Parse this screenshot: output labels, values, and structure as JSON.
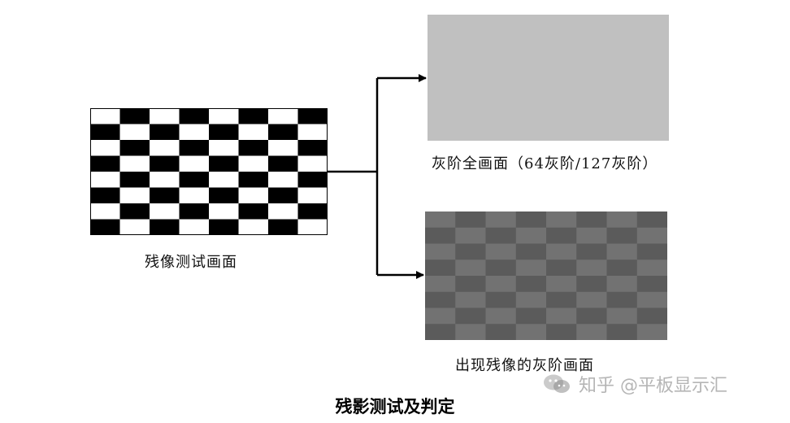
{
  "diagram": {
    "checkerboard_label": "残像测试画面",
    "grayscale_label": "灰阶全画面（64灰阶/127灰阶）",
    "afterimage_label": "出现残像的灰阶画面",
    "caption": "残影测试及判定"
  },
  "watermark": {
    "text": "知乎 @平板显示汇",
    "icon": "wechat-icon"
  },
  "colors": {
    "checker_dark": "#000000",
    "checker_light": "#ffffff",
    "gray_fill": "#c0c0c0",
    "ghost_dark": "#5b5b5b",
    "ghost_light": "#727272",
    "arrow": "#000000"
  }
}
